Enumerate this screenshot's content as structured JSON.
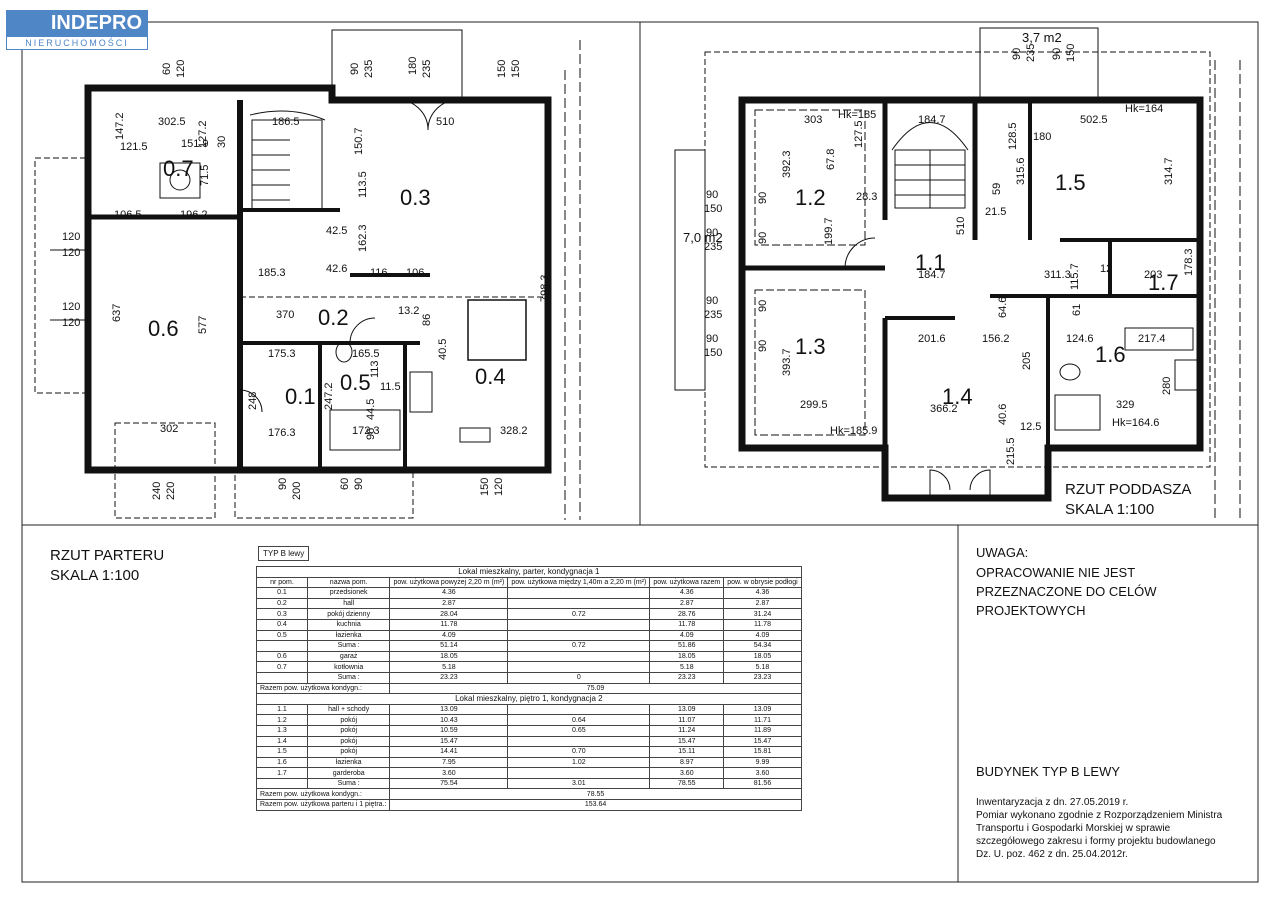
{
  "logo": {
    "name": "INDEPRO",
    "sub": "NIERUCHOMOŚCI"
  },
  "ground": {
    "title": "RZUT PARTERU",
    "scale": "SKALA 1:100",
    "rooms": [
      "0.1",
      "0.2",
      "0.3",
      "0.4",
      "0.5",
      "0.6",
      "0.7"
    ],
    "dims": [
      "302.5",
      "147.2",
      "121.5",
      "151.9",
      "127.2",
      "30",
      "71.5",
      "106.5",
      "196.2",
      "637",
      "577",
      "302",
      "186.5",
      "150.7",
      "510",
      "113.5",
      "162.3",
      "42.5",
      "42.6",
      "185.3",
      "116",
      "106",
      "798.3",
      "370",
      "13.2",
      "86",
      "175.3",
      "165.5",
      "113",
      "40.5",
      "11.5",
      "248",
      "247.2",
      "44.5",
      "176.3",
      "172.3",
      "96",
      "328.2",
      "60",
      "120",
      "90",
      "235",
      "180",
      "235",
      "150",
      "150",
      "120",
      "120",
      "240",
      "220",
      "90",
      "200",
      "60",
      "90",
      "150",
      "120"
    ]
  },
  "attic": {
    "title": "RZUT PODDASZA",
    "scale": "SKALA 1:100",
    "rooms": [
      "1.1",
      "1.2",
      "1.3",
      "1.4",
      "1.5",
      "1.6",
      "1.7"
    ],
    "dims": [
      "3,7 m2",
      "90",
      "235",
      "90",
      "150",
      "303",
      "Hk=185",
      "184.7",
      "Hk=164",
      "502.5",
      "127.5",
      "180",
      "128.5",
      "315.6",
      "314.7",
      "392.3",
      "67.8",
      "28.3",
      "59",
      "21.5",
      "199.7",
      "510",
      "184.7",
      "311.3",
      "115.7",
      "12",
      "203",
      "178.3",
      "61",
      "124.6",
      "217.4",
      "64.6",
      "156.2",
      "201.6",
      "393.7",
      "205",
      "40.6",
      "329",
      "280",
      "299.5",
      "Hk=185.9",
      "366.2",
      "12.5",
      "Hk=164.6",
      "215.5",
      "7,0 m2",
      "90",
      "150",
      "90",
      "235",
      "90",
      "235",
      "90",
      "150",
      "90",
      "90",
      "90",
      "90"
    ]
  },
  "note": {
    "title": "UWAGA:",
    "lines": [
      "OPRACOWANIE NIE JEST",
      "PRZEZNACZONE DO CELÓW",
      "PROJEKTOWYCH"
    ]
  },
  "building": "BUDYNEK TYP B LEWY",
  "inventory": [
    "Inwentaryzacja z dn. 27.05.2019 r.",
    "Pomiar wykonano zgodnie z Rozporządzeniem Ministra",
    "Transportu i Gospodarki Morskiej w sprawie",
    "szczegółowego zakresu i formy projektu budowlanego",
    "Dz. U. poz. 462 z dn. 25.04.2012r."
  ],
  "table": {
    "type_label": "TYP B lewy",
    "section1": "Lokal mieszkalny, parter, kondygnacja 1",
    "headers": [
      "nr pom.",
      "nazwa pom.",
      "pow. użytkowa powyżej 2,20 m (m²)",
      "pow. użytkowa między 1,40m a 2,20 m (m²)",
      "pow. użytkowa razem",
      "pow. w obrysie podłogi"
    ],
    "rows1": [
      [
        "0.1",
        "przedsionek",
        "4.36",
        "",
        "4.36",
        "4.36"
      ],
      [
        "0.2",
        "hall",
        "2.87",
        "",
        "2.87",
        "2.87"
      ],
      [
        "0.3",
        "pokój dzienny",
        "28.04",
        "0.72",
        "28.76",
        "31.24"
      ],
      [
        "0.4",
        "kuchnia",
        "11.78",
        "",
        "11.78",
        "11.78"
      ],
      [
        "0.5",
        "łazienka",
        "4.09",
        "",
        "4.09",
        "4.09"
      ]
    ],
    "sum1": [
      "Suma :",
      "51.14",
      "0.72",
      "51.86",
      "54.34"
    ],
    "rows1b": [
      [
        "0.6",
        "garaż",
        "18.05",
        "",
        "18.05",
        "18.05"
      ],
      [
        "0.7",
        "kotłownia",
        "5.18",
        "",
        "5.18",
        "5.18"
      ]
    ],
    "sum1b": [
      "Suma :",
      "23.23",
      "0",
      "23.23",
      "23.23"
    ],
    "total1": [
      "Razem pow. użytkowa kondygn.:",
      "75.09"
    ],
    "section2": "Lokal mieszkalny, piętro 1, kondygnacja 2",
    "rows2": [
      [
        "1.1",
        "hall + schody",
        "13.09",
        "",
        "13.09",
        "13.09"
      ],
      [
        "1.2",
        "pokój",
        "10.43",
        "0.64",
        "11.07",
        "11.71"
      ],
      [
        "1.3",
        "pokój",
        "10.59",
        "0.65",
        "11.24",
        "11.89"
      ],
      [
        "1.4",
        "pokój",
        "15.47",
        "",
        "15.47",
        "15.47"
      ],
      [
        "1.5",
        "pokój",
        "14.41",
        "0.70",
        "15.11",
        "15.81"
      ],
      [
        "1.6",
        "łazienka",
        "7.95",
        "1.02",
        "8.97",
        "9.99"
      ],
      [
        "1.7",
        "garderoba",
        "3.60",
        "",
        "3.60",
        "3.60"
      ]
    ],
    "sum2": [
      "Suma :",
      "75.54",
      "3.01",
      "78.55",
      "81.56"
    ],
    "total2": [
      "Razem pow. użytkowa kondygn.:",
      "78.55"
    ],
    "grand_label": [
      "Razem pow. użytkowa",
      "parteru i 1 piętra.:"
    ],
    "grand_value": "153.64"
  }
}
